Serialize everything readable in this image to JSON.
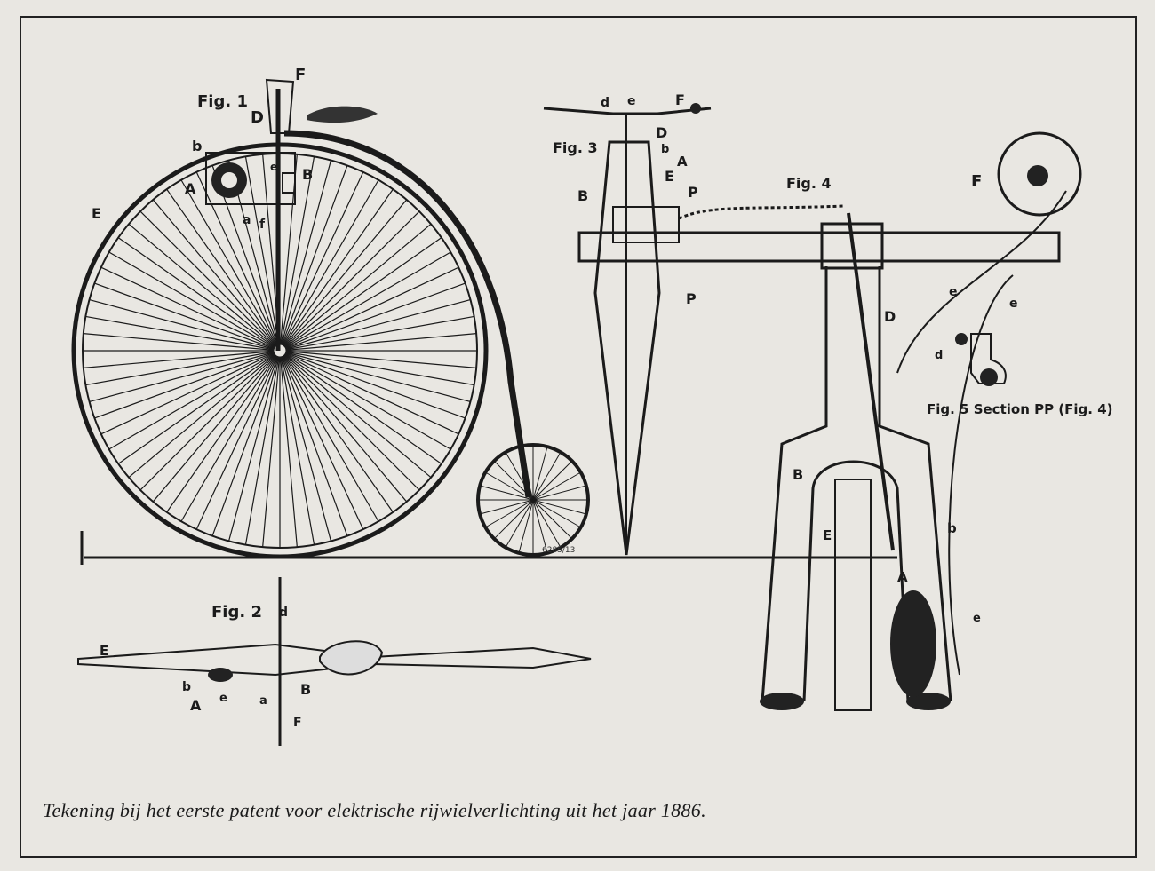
{
  "caption": "Tekening bij het eerste patent voor elektrische rijwielverlichting uit het jaar 1886.",
  "figures": {
    "fig1": "Fig. 1",
    "fig2": "Fig. 2",
    "fig3": "Fig. 3",
    "fig4": "Fig. 4",
    "fig5": "Fig. 5 Section PP (Fig. 4)"
  },
  "labels": {
    "fig1": [
      "F",
      "D",
      "b",
      "B",
      "A",
      "E",
      "a",
      "f",
      "e"
    ],
    "fig2": [
      "E",
      "d",
      "b",
      "A",
      "e",
      "a",
      "B",
      "F"
    ],
    "fig3": [
      "d",
      "e",
      "F",
      "D",
      "b",
      "A",
      "E",
      "B",
      "P",
      "P"
    ],
    "fig4": [
      "F",
      "e",
      "e",
      "D",
      "B",
      "E",
      "b",
      "A",
      "e",
      "d"
    ],
    "stamp": "6285/13"
  },
  "colors": {
    "paper": "#e9e7e2",
    "ink": "#1b1b1b"
  }
}
